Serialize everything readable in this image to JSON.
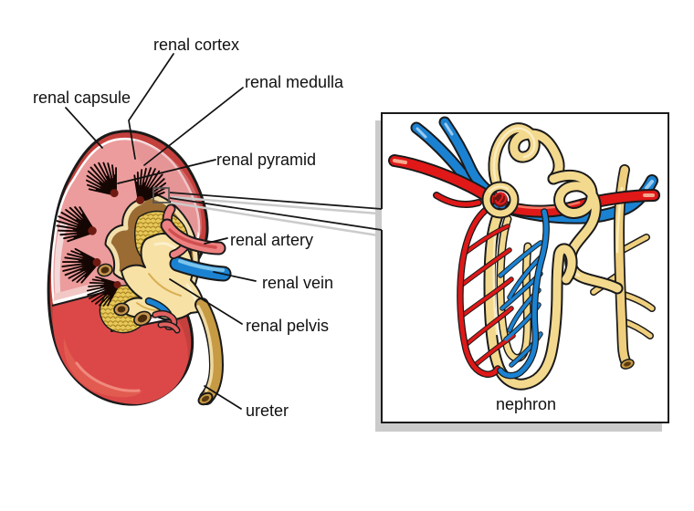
{
  "labels": {
    "cortex": "renal cortex",
    "capsule": "renal capsule",
    "medulla": "renal medulla",
    "pyramid": "renal pyramid",
    "artery": "renal artery",
    "vein": "renal vein",
    "pelvis": "renal pelvis",
    "ureter": "ureter"
  },
  "inset": {
    "caption": "nephron"
  },
  "palette": {
    "capsule_red": "#c4403c",
    "kidney_red": "#dc4848",
    "cortex_pink": "#ec9c9c",
    "pale_pink": "#f1c8c6",
    "rose_wedge": "#de8f8f",
    "sinus_brown": "#9a6b33",
    "sinus_rim_cream": "#f2dfac",
    "fat_yellow": "#e7c85a",
    "pelvis_cream": "#f7e1a4",
    "ureter_tan": "#c79a44",
    "artery_red": "#e01818",
    "artery_salmon": "#ed8080",
    "vein_blue": "#1b82d2",
    "tubule_yellow": "#f3d98e",
    "duct_yellow": "#efcf7e",
    "outline_black": "#1a1a1a",
    "shadow_gray": "#cbcbcb"
  }
}
